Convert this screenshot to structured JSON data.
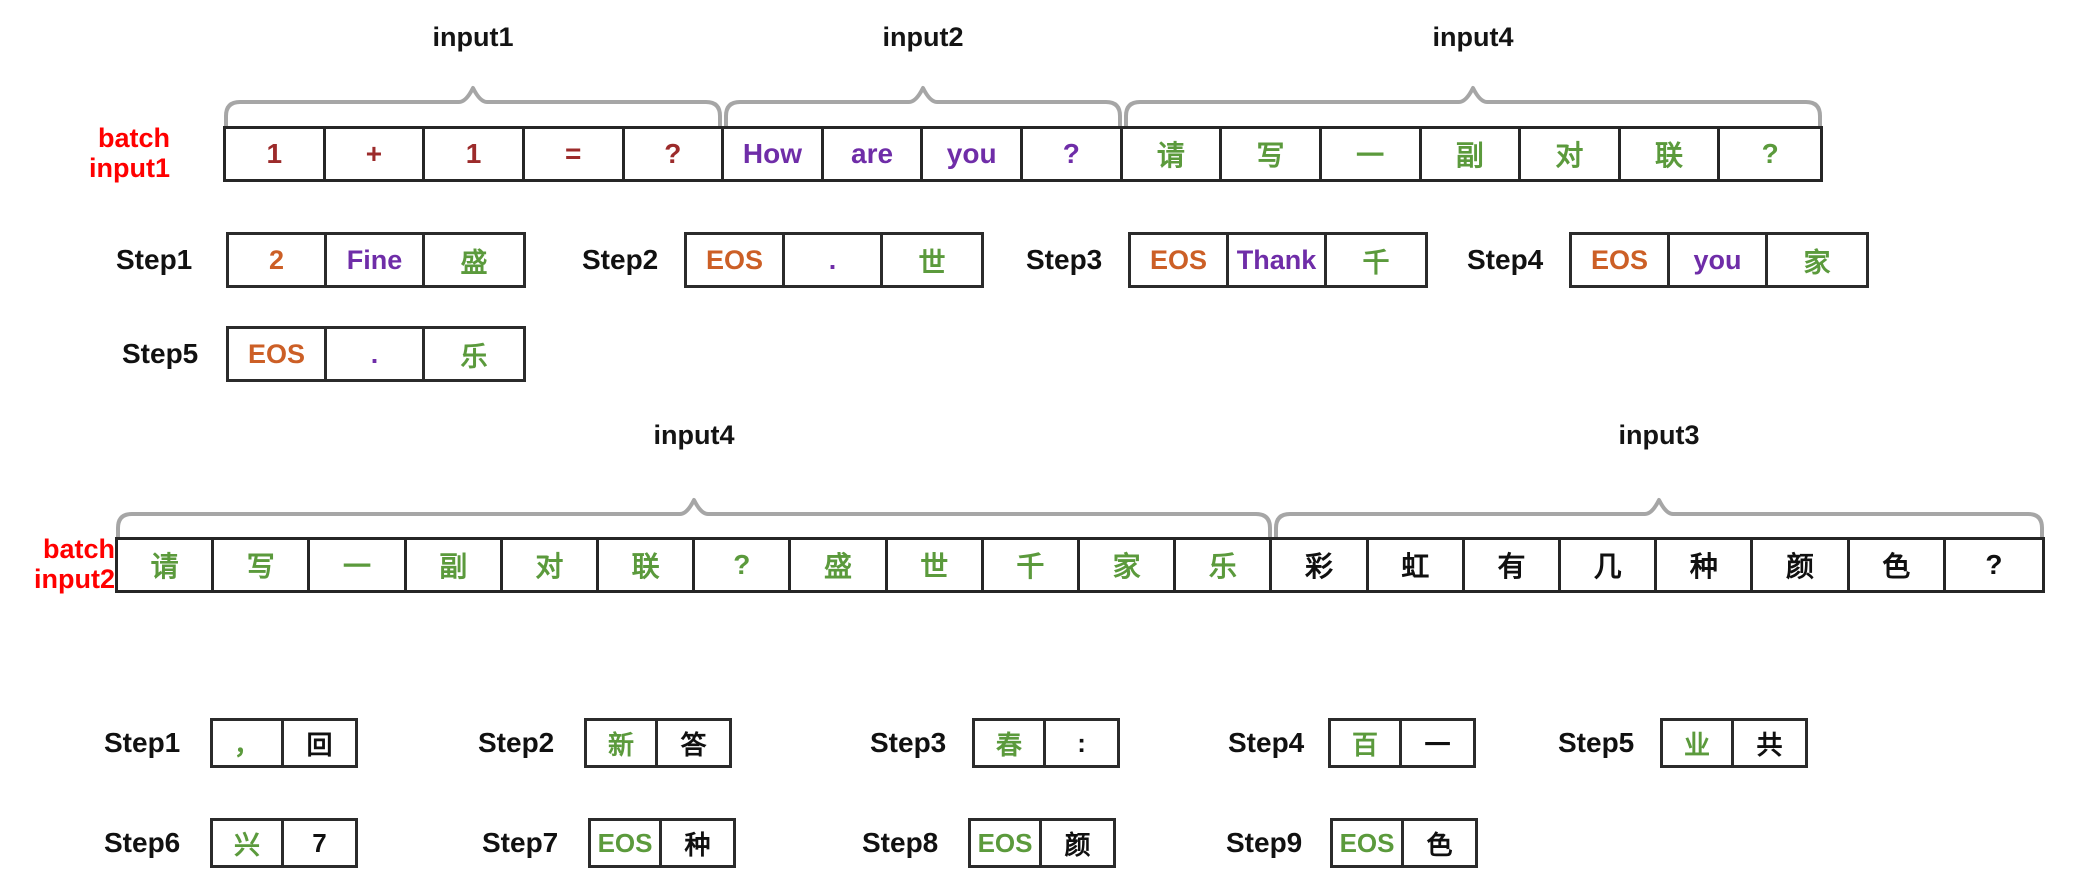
{
  "colors": {
    "batch_label": "#ff0000",
    "token_red": "#9c2b2b",
    "token_purple": "#6f2da8",
    "token_green": "#5b9a3c",
    "token_orange": "#cc5f26",
    "token_black": "#101010",
    "brace": "#a6a6a6",
    "box_border": "#262626"
  },
  "batch1": {
    "label": "batch\ninput1",
    "braces": [
      {
        "label": "input1",
        "start": 0,
        "end": 4
      },
      {
        "label": "input2",
        "start": 5,
        "end": 8
      },
      {
        "label": "input4",
        "start": 9,
        "end": 15
      }
    ],
    "tokens": [
      {
        "text": "1",
        "color": "red"
      },
      {
        "text": "+",
        "color": "red"
      },
      {
        "text": "1",
        "color": "red"
      },
      {
        "text": "=",
        "color": "red"
      },
      {
        "text": "?",
        "color": "red"
      },
      {
        "text": "How",
        "color": "purple"
      },
      {
        "text": "are",
        "color": "purple"
      },
      {
        "text": "you",
        "color": "purple"
      },
      {
        "text": "?",
        "color": "purple"
      },
      {
        "text": "请",
        "color": "green"
      },
      {
        "text": "写",
        "color": "green"
      },
      {
        "text": "一",
        "color": "green"
      },
      {
        "text": "副",
        "color": "green"
      },
      {
        "text": "对",
        "color": "green"
      },
      {
        "text": "联",
        "color": "green"
      },
      {
        "text": "?",
        "color": "green"
      }
    ],
    "steps": [
      {
        "label": "Step1",
        "tokens": [
          {
            "text": "2",
            "color": "orange"
          },
          {
            "text": "Fine",
            "color": "purple"
          },
          {
            "text": "盛",
            "color": "green"
          }
        ]
      },
      {
        "label": "Step2",
        "tokens": [
          {
            "text": "EOS",
            "color": "orange"
          },
          {
            "text": ".",
            "color": "purple"
          },
          {
            "text": "世",
            "color": "green"
          }
        ]
      },
      {
        "label": "Step3",
        "tokens": [
          {
            "text": "EOS",
            "color": "orange"
          },
          {
            "text": "Thank",
            "color": "purple"
          },
          {
            "text": "千",
            "color": "green"
          }
        ]
      },
      {
        "label": "Step4",
        "tokens": [
          {
            "text": "EOS",
            "color": "orange"
          },
          {
            "text": "you",
            "color": "purple"
          },
          {
            "text": "家",
            "color": "green"
          }
        ]
      },
      {
        "label": "Step5",
        "tokens": [
          {
            "text": "EOS",
            "color": "orange"
          },
          {
            "text": ".",
            "color": "purple"
          },
          {
            "text": "乐",
            "color": "green"
          }
        ]
      }
    ]
  },
  "batch2": {
    "label": "batch\ninput2",
    "braces": [
      {
        "label": "input4",
        "start": 0,
        "end": 11
      },
      {
        "label": "input3",
        "start": 12,
        "end": 19
      }
    ],
    "tokens": [
      {
        "text": "请",
        "color": "green"
      },
      {
        "text": "写",
        "color": "green"
      },
      {
        "text": "一",
        "color": "green"
      },
      {
        "text": "副",
        "color": "green"
      },
      {
        "text": "对",
        "color": "green"
      },
      {
        "text": "联",
        "color": "green"
      },
      {
        "text": "?",
        "color": "green"
      },
      {
        "text": "盛",
        "color": "green"
      },
      {
        "text": "世",
        "color": "green"
      },
      {
        "text": "千",
        "color": "green"
      },
      {
        "text": "家",
        "color": "green"
      },
      {
        "text": "乐",
        "color": "green"
      },
      {
        "text": "彩",
        "color": "black"
      },
      {
        "text": "虹",
        "color": "black"
      },
      {
        "text": "有",
        "color": "black"
      },
      {
        "text": "几",
        "color": "black"
      },
      {
        "text": "种",
        "color": "black"
      },
      {
        "text": "颜",
        "color": "black"
      },
      {
        "text": "色",
        "color": "black"
      },
      {
        "text": "?",
        "color": "black"
      }
    ],
    "steps": [
      {
        "label": "Step1",
        "tokens": [
          {
            "text": "，",
            "color": "green"
          },
          {
            "text": "回",
            "color": "black"
          }
        ]
      },
      {
        "label": "Step2",
        "tokens": [
          {
            "text": "新",
            "color": "green"
          },
          {
            "text": "答",
            "color": "black"
          }
        ]
      },
      {
        "label": "Step3",
        "tokens": [
          {
            "text": "春",
            "color": "green"
          },
          {
            "text": ":",
            "color": "black"
          }
        ]
      },
      {
        "label": "Step4",
        "tokens": [
          {
            "text": "百",
            "color": "green"
          },
          {
            "text": "一",
            "color": "black"
          }
        ]
      },
      {
        "label": "Step5",
        "tokens": [
          {
            "text": "业",
            "color": "green"
          },
          {
            "text": "共",
            "color": "black"
          }
        ]
      },
      {
        "label": "Step6",
        "tokens": [
          {
            "text": "兴",
            "color": "green"
          },
          {
            "text": "7",
            "color": "black"
          }
        ]
      },
      {
        "label": "Step7",
        "tokens": [
          {
            "text": "EOS",
            "color": "green"
          },
          {
            "text": "种",
            "color": "black"
          }
        ]
      },
      {
        "label": "Step8",
        "tokens": [
          {
            "text": "EOS",
            "color": "green"
          },
          {
            "text": "颜",
            "color": "black"
          }
        ]
      },
      {
        "label": "Step9",
        "tokens": [
          {
            "text": "EOS",
            "color": "green"
          },
          {
            "text": "色",
            "color": "black"
          }
        ]
      }
    ]
  }
}
